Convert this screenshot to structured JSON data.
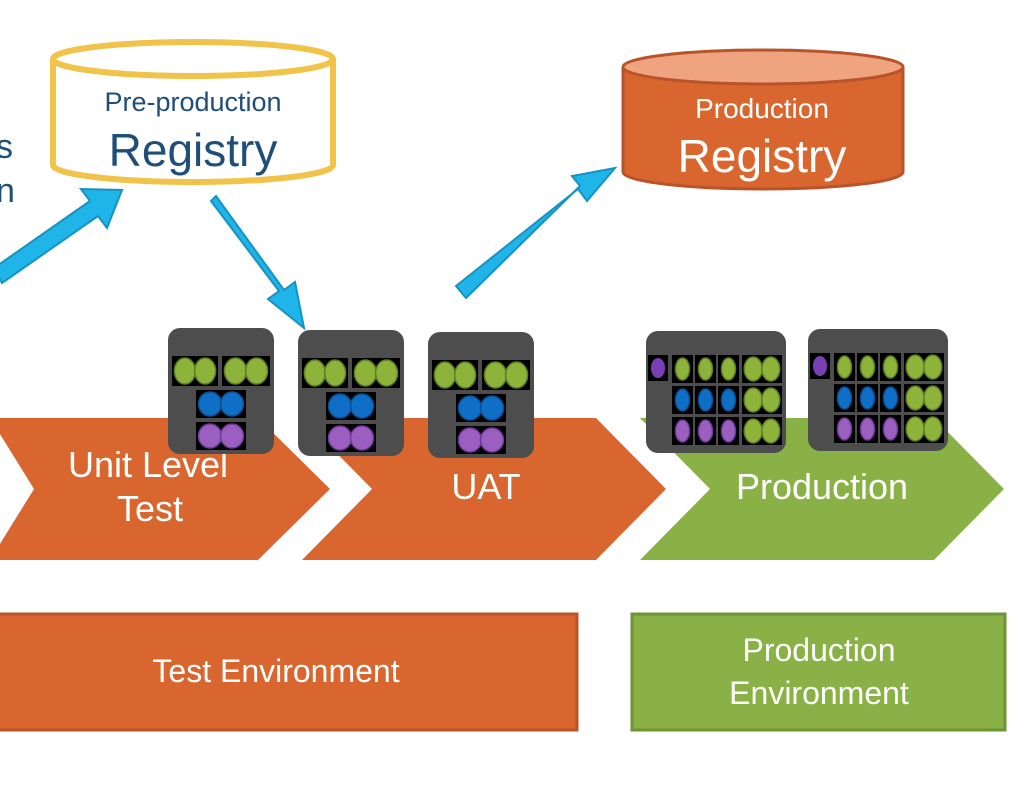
{
  "colors": {
    "orange": "#D9662F",
    "orange_dark": "#B9532A",
    "green": "#8AB145",
    "green_dark": "#6E9436",
    "yellow": "#F2C34A",
    "navy": "#1F4E79",
    "cyan": "#1FB5E8",
    "cyan_dark": "#1593C2",
    "tray": "#4D4D4D",
    "dot_green": "#8DB33A",
    "dot_blue": "#0F6FC6",
    "dot_purple": "#9B5FC0",
    "dot_violet": "#7B3FB5"
  },
  "edge_text": {
    "line1": "s",
    "line2": "n"
  },
  "registries": {
    "preproduction": {
      "line1": "Pre-production",
      "line2": "Registry"
    },
    "production": {
      "line1": "Production",
      "line2": "Registry"
    }
  },
  "stages": {
    "unit": {
      "line1": "Unit Level",
      "line2": "Test"
    },
    "uat": {
      "label": "UAT"
    },
    "production": {
      "label": "Production"
    }
  },
  "environments": {
    "test": {
      "label": "Test Environment"
    },
    "production": {
      "line1": "Production",
      "line2": "Environment"
    }
  }
}
